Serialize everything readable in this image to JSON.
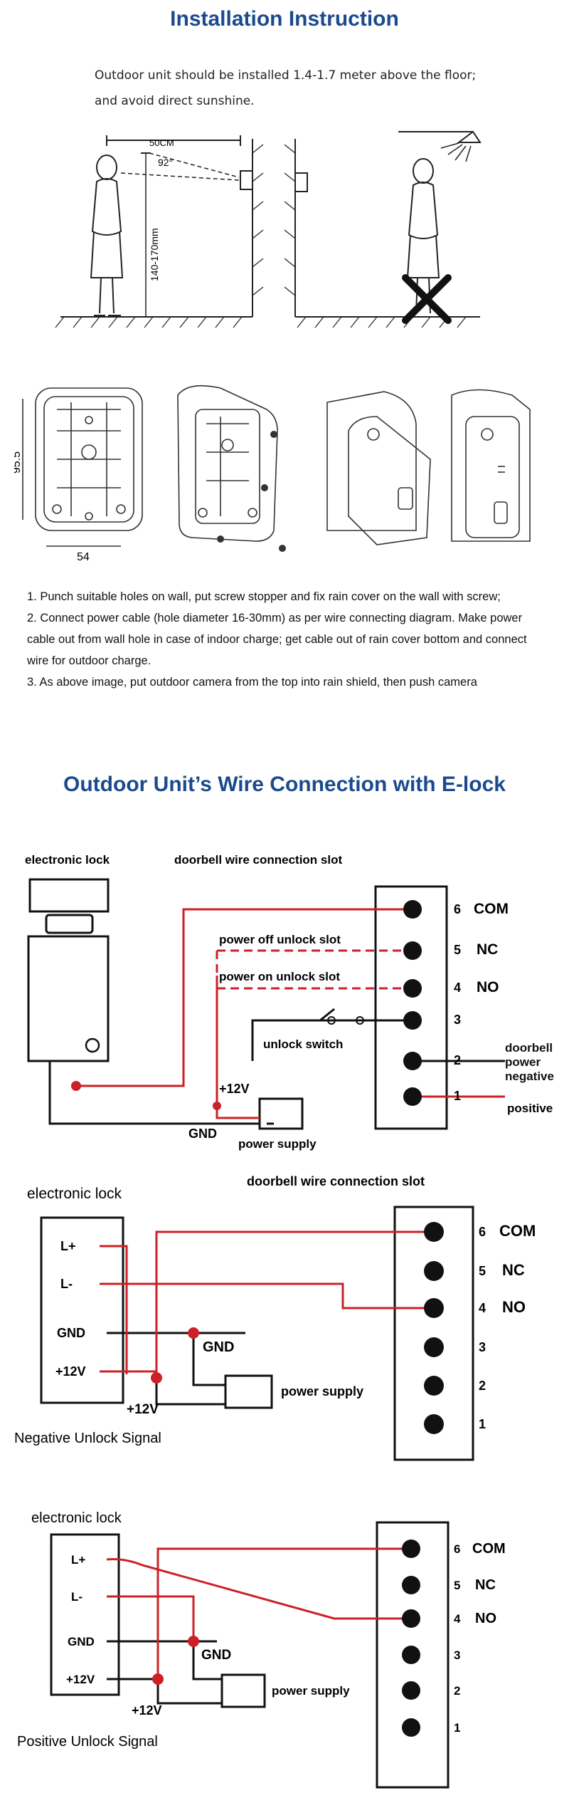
{
  "installation": {
    "title": "Installation Instruction",
    "note_line1": "Outdoor unit should be installed 1.4-1.7 meter above the floor;",
    "note_line2": "and avoid direct sunshine.",
    "dim_width": "50CM",
    "dim_angle": "92°",
    "dim_height": "140-170mm",
    "dim_case_h": "95.5",
    "dim_case_w": "54",
    "steps": [
      "1. Punch suitable holes on wall, put screw stopper and fix rain cover on the wall with screw;",
      "2. Connect power cable (hole diameter 16-30mm) as per wire connecting diagram. Make power cable out from wall hole in case of indoor charge; get cable out of rain cover bottom and connect wire for outdoor charge.",
      "3. As above image, put outdoor camera from the top into rain shield, then push camera"
    ]
  },
  "wiring": {
    "title": "Outdoor Unit’s Wire Connection with E-lock",
    "d1": {
      "lock_label": "electronic lock",
      "slot_label": "doorbell wire connection slot",
      "power_off": "power off unlock slot",
      "power_on": "power on unlock slot",
      "unlock_switch": "unlock switch",
      "v12": "+12V",
      "gnd": "GND",
      "supply": "power supply",
      "doorbell_neg": "doorbell power negative",
      "positive": "positive",
      "terminals": [
        {
          "num": "6",
          "name": "COM"
        },
        {
          "num": "5",
          "name": "NC"
        },
        {
          "num": "4",
          "name": "NO"
        },
        {
          "num": "3",
          "name": ""
        },
        {
          "num": "2",
          "name": ""
        },
        {
          "num": "1",
          "name": ""
        }
      ]
    },
    "d2": {
      "lock_label": "electronic lock",
      "slot_label": "doorbell wire connection slot",
      "pins": [
        "L+",
        "L-",
        "GND",
        "+12V"
      ],
      "gnd": "GND",
      "v12": "+12V",
      "supply": "power supply",
      "caption": "Negative Unlock Signal",
      "terminals": [
        {
          "num": "6",
          "name": "COM"
        },
        {
          "num": "5",
          "name": "NC"
        },
        {
          "num": "4",
          "name": "NO"
        },
        {
          "num": "3",
          "name": ""
        },
        {
          "num": "2",
          "name": ""
        },
        {
          "num": "1",
          "name": ""
        }
      ]
    },
    "d3": {
      "lock_label": "electronic lock",
      "pins": [
        "L+",
        "L-",
        "GND",
        "+12V"
      ],
      "gnd": "GND",
      "v12": "+12V",
      "supply": "power supply",
      "caption": "Positive Unlock Signal",
      "terminals": [
        {
          "num": "6",
          "name": "COM"
        },
        {
          "num": "5",
          "name": "NC"
        },
        {
          "num": "4",
          "name": "NO"
        },
        {
          "num": "3",
          "name": ""
        },
        {
          "num": "2",
          "name": ""
        },
        {
          "num": "1",
          "name": ""
        }
      ]
    }
  },
  "colors": {
    "title_blue": "#1b4a8c",
    "wire_red": "#cc2027",
    "line_black": "#111111"
  }
}
